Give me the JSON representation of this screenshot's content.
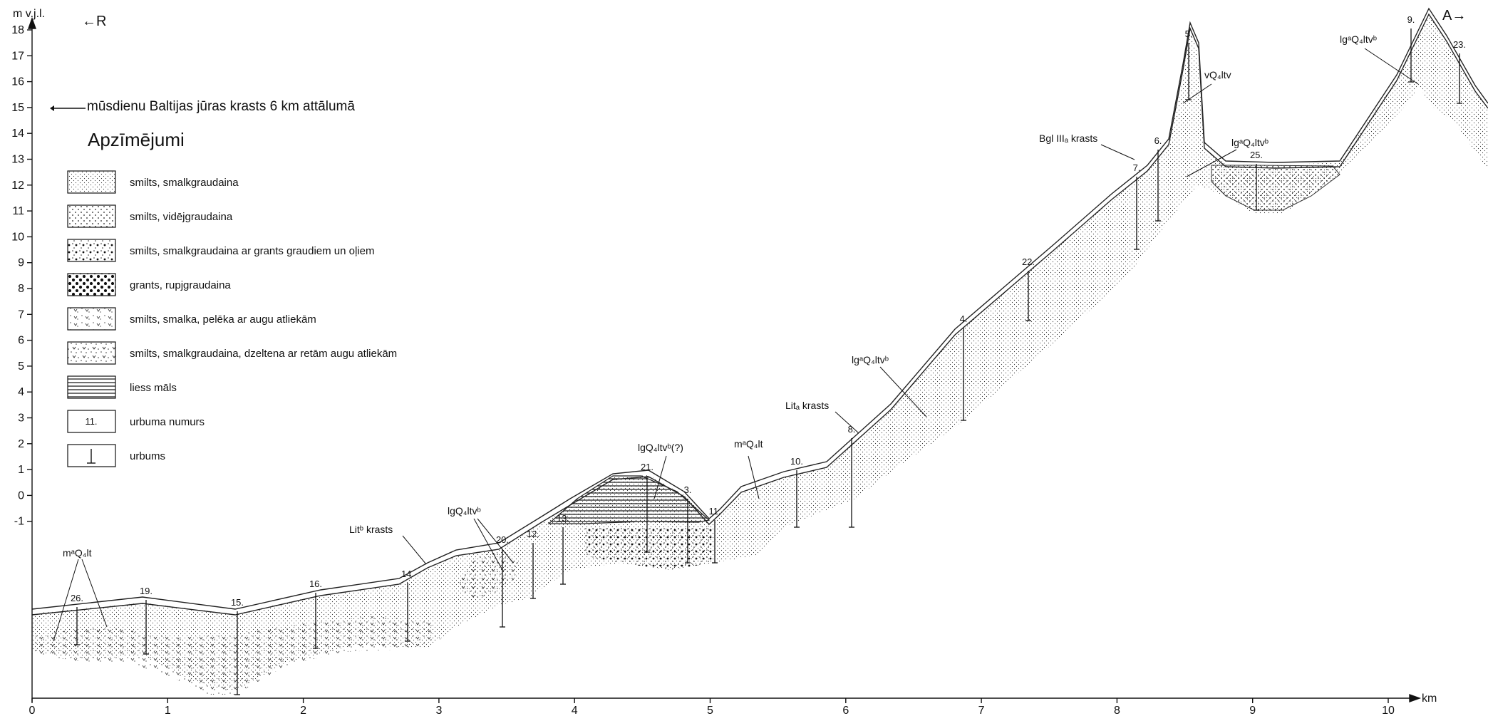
{
  "axes": {
    "y_unit": "m v.j.l.",
    "x_unit": "km",
    "y_ticks": [
      "18",
      "17",
      "16",
      "15",
      "14",
      "13",
      "12",
      "11",
      "10",
      "9",
      "8",
      "7",
      "6",
      "5",
      "4",
      "3",
      "2",
      "1",
      "0",
      "-1"
    ],
    "x_ticks": [
      "0",
      "1",
      "2",
      "3",
      "4",
      "5",
      "6",
      "7",
      "8",
      "9",
      "10"
    ]
  },
  "direction": {
    "left": "←R",
    "right": "A→"
  },
  "note": "mūsdienu Baltijas jūras krasts 6 km attālumā",
  "legend": {
    "title": "Apzīmējumi",
    "items": [
      {
        "label": "smilts, smalkgraudaina",
        "pattern": "fine-sand"
      },
      {
        "label": "smilts, vidējgraudaina",
        "pattern": "medium-sand"
      },
      {
        "label": "smilts, smalkgraudaina ar grants graudiem un oļiem",
        "pattern": "sand-gravel"
      },
      {
        "label": "grants, rupjgraudaina",
        "pattern": "coarse-gravel"
      },
      {
        "label": "smilts, smalka, pelēka ar augu atliekām",
        "pattern": "grey-sand-plants"
      },
      {
        "label": "smilts, smalkgraudaina, dzeltena ar retām augu atliekām",
        "pattern": "yellow-sand-plants"
      },
      {
        "label": "liess māls",
        "pattern": "lean-clay"
      },
      {
        "label": "urbuma numurs",
        "pattern": "borehole-number",
        "sample": "11."
      },
      {
        "label": "urbums",
        "pattern": "borehole"
      }
    ]
  },
  "boreholes": [
    "26.",
    "19.",
    "15.",
    "16.",
    "14.",
    "20.",
    "12.",
    "13.",
    "21.",
    "3.",
    "11.",
    "10.",
    "8.",
    "4.",
    "22.",
    "7.",
    "6.",
    "5.",
    "25.",
    "9.",
    "23."
  ],
  "annotations": {
    "m_ql_left": "mᵃQ₄lt",
    "lit_b_krasts": "Litᵇ krasts",
    "lgq_ltvb_low": "lgQ₄ltvᵇ",
    "lgq_ltvb_q": "lgQ₄ltvᵇ(?)",
    "m_ql_mid": "mᵃQ₄lt",
    "lit_a_krasts": "Litₐ krasts",
    "lg_ql_ltvb_mid": "lgᵃQ₄ltvᵇ",
    "bgl_krasts": "Bgl IIIₐ krasts",
    "vq_ltv": "vQ₄ltv",
    "lg_ql_ltvb_right": "lgᵃQ₄ltvᵇ",
    "lg_ql_ltvb_top": "lgᵃQ₄ltvᵇ"
  }
}
